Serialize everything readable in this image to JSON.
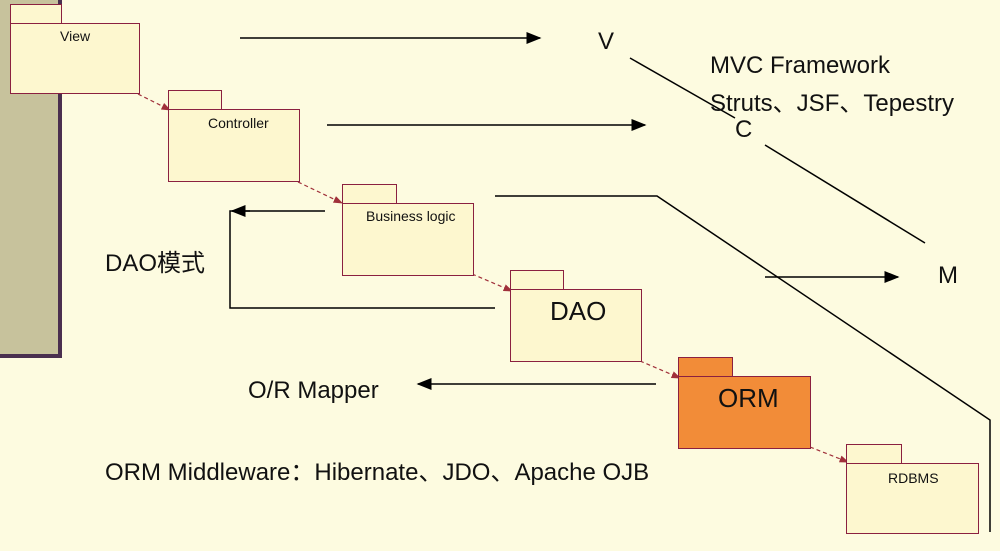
{
  "packages": {
    "view": "View",
    "controller": "Controller",
    "business": "Business logic",
    "dao": "DAO",
    "orm": "ORM",
    "rdbms": "RDBMS"
  },
  "labels": {
    "v": "V",
    "c": "C",
    "m": "M",
    "mvc_title": "MVC Framework",
    "mvc_examples": "Struts、JSF、Tepestry",
    "dao_pattern": "DAO模式",
    "or_mapper": "O/R Mapper",
    "orm_middleware": "ORM Middleware：Hibernate、JDO、Apache OJB"
  },
  "colors": {
    "background": "#fdfbe0",
    "package_fill": "#fdf7cf",
    "package_border": "#8b2040",
    "orm_fill": "#f28c38",
    "sidebar": "#c7c29c"
  }
}
